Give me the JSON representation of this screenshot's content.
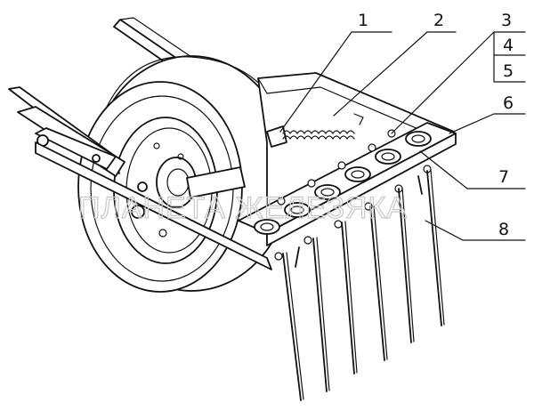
{
  "callouts": [
    {
      "id": "1",
      "text": "1"
    },
    {
      "id": "2",
      "text": "2"
    },
    {
      "id": "3",
      "text": "3"
    },
    {
      "id": "4",
      "text": "4"
    },
    {
      "id": "5",
      "text": "5"
    },
    {
      "id": "6",
      "text": "6"
    },
    {
      "id": "7",
      "text": "7"
    },
    {
      "id": "8",
      "text": "8"
    }
  ],
  "watermark": "ПЛАНЕТА ЖЕЛЕЗЯКА",
  "colors": {
    "ink": "#111111",
    "paper": "#ffffff",
    "watermark": "#c8c8c8"
  }
}
